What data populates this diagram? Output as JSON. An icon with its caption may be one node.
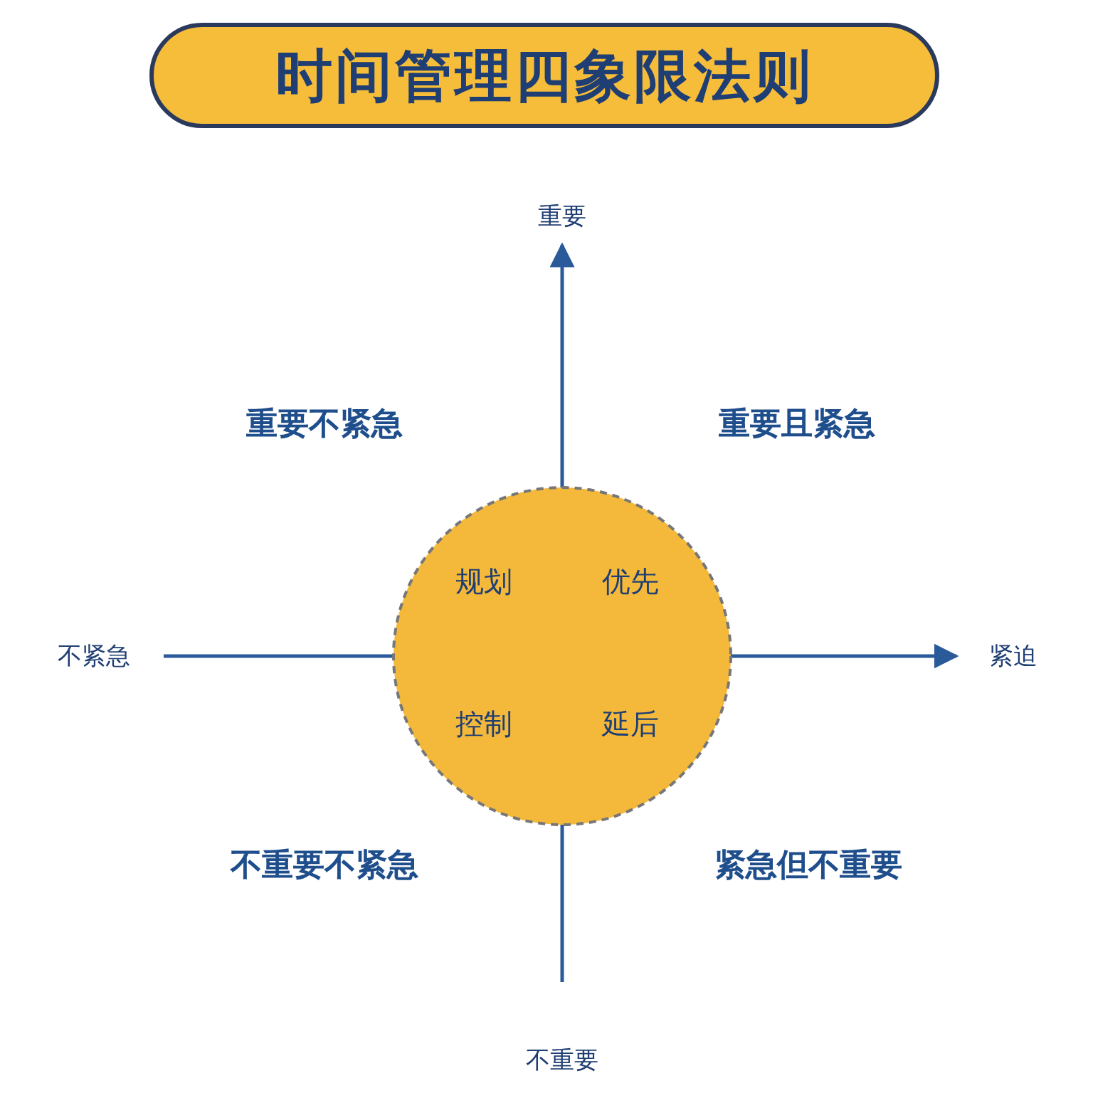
{
  "diagram": {
    "title": "时间管理四象限法则",
    "nodes": [
      {
        "text": [
          "规划",
          "优先",
          "控制",
          "延后"
        ]
      }
    ],
    "labels": [
      "重要",
      "重要不紧急",
      "重要且紧急",
      "不紧急",
      "紧迫",
      "不重要不紧急",
      "紧急但不重要",
      "不重要"
    ]
  }
}
